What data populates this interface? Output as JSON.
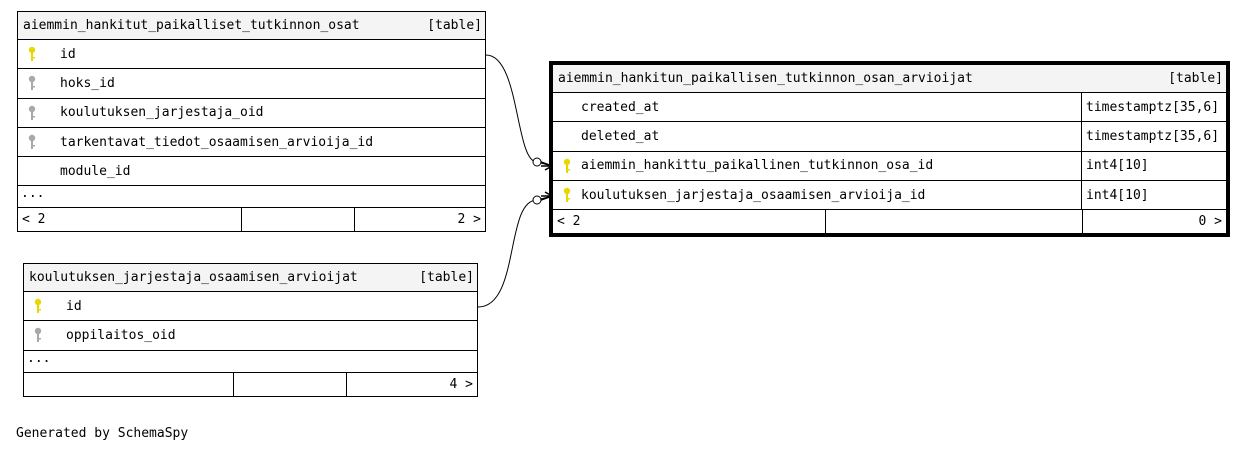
{
  "tables": {
    "t1": {
      "name": "aiemmin_hankitut_paikalliset_tutkinnon_osat",
      "kind": "[table]",
      "columns": [
        {
          "name": "id",
          "key": "primary"
        },
        {
          "name": "hoks_id",
          "key": "foreign"
        },
        {
          "name": "koulutuksen_jarjestaja_oid",
          "key": "foreign"
        },
        {
          "name": "tarkentavat_tiedot_osaamisen_arvioija_id",
          "key": "foreign"
        },
        {
          "name": "module_id",
          "key": "none"
        }
      ],
      "ellipsis": "...",
      "footer": {
        "parents": "< 2",
        "children": "2 >"
      }
    },
    "t2": {
      "name": "koulutuksen_jarjestaja_osaamisen_arvioijat",
      "kind": "[table]",
      "columns": [
        {
          "name": "id",
          "key": "primary"
        },
        {
          "name": "oppilaitos_oid",
          "key": "foreign"
        }
      ],
      "ellipsis": "...",
      "footer": {
        "parents": "",
        "children": "4 >"
      }
    },
    "t3": {
      "name": "aiemmin_hankitun_paikallisen_tutkinnon_osan_arvioijat",
      "kind": "[table]",
      "columns": [
        {
          "name": "created_at",
          "key": "none",
          "type": "timestamptz[35,6]"
        },
        {
          "name": "deleted_at",
          "key": "none",
          "type": "timestamptz[35,6]"
        },
        {
          "name": "aiemmin_hankittu_paikallinen_tutkinnon_osa_id",
          "key": "primary",
          "type": "int4[10]"
        },
        {
          "name": "koulutuksen_jarjestaja_osaamisen_arvioija_id",
          "key": "primary",
          "type": "int4[10]"
        }
      ],
      "footer": {
        "parents": "< 2",
        "children": "0 >"
      }
    }
  },
  "generated_by": "Generated by SchemaSpy",
  "colors": {
    "primary_key": "#e8d800",
    "foreign_key": "#a8a8a8",
    "header": "#f4f4f4"
  }
}
